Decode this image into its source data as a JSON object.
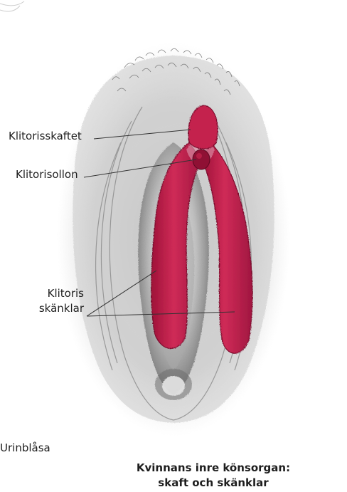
{
  "labels": {
    "shaft": "Klitorisskaftet",
    "glans": "Klitorisollon",
    "crura_line1": "Klitoris",
    "crura_line2": "skänklar",
    "bladder": "Urinblåsa"
  },
  "caption": {
    "line1": "Kvinnans inre könsorgan:",
    "line2": "skaft och skänklar"
  },
  "colors": {
    "clitoris": "#c4234d",
    "clitoris_dark": "#8f1034",
    "clitoris_light": "#d98aa2",
    "pencil": "#6b6b6b",
    "text": "#1e1e1e",
    "leader": "#333333"
  }
}
